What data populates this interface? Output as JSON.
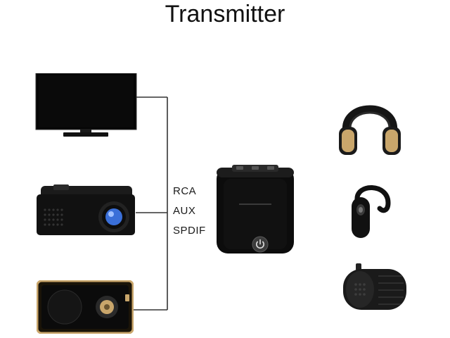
{
  "title": "Transmitter",
  "signal_types": [
    "RCA",
    "AUX",
    "SPDIF"
  ],
  "sources": [
    {
      "icon": "tv-icon"
    },
    {
      "icon": "projector-icon"
    },
    {
      "icon": "radio-icon"
    }
  ],
  "center_device": {
    "icon": "transmitter-icon",
    "button_icon": "power-icon"
  },
  "outputs": [
    {
      "icon": "headphones-icon"
    },
    {
      "icon": "earpiece-icon"
    },
    {
      "icon": "speaker-icon"
    }
  ],
  "colors": {
    "device_black": "#0c0c0c",
    "line": "#333333",
    "gold": "#c9a66b",
    "projector_lens": "#3a6fd8"
  }
}
